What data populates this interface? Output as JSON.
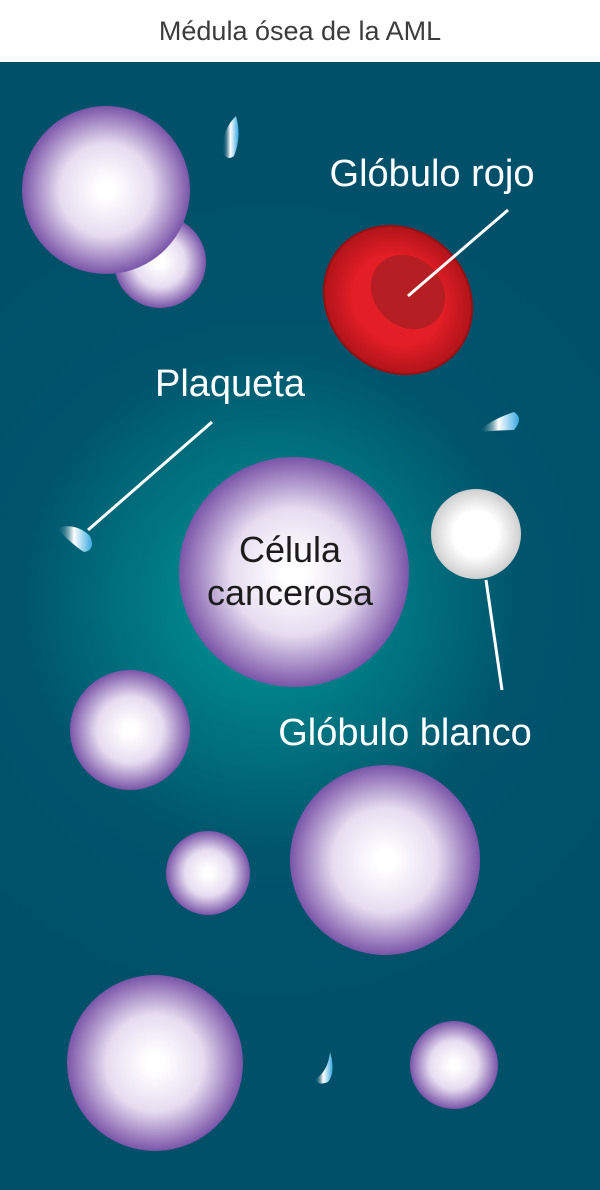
{
  "title": "Médula ósea de la AML",
  "labels": {
    "red_cell": "Glóbulo rojo",
    "platelet": "Plaqueta",
    "cancer_line1": "Célula",
    "cancer_line2": "cancerosa",
    "white_cell": "Glóbulo blanco"
  },
  "colors": {
    "background": "#00506a",
    "glow": "#00a0a0",
    "cell_edge": "#7a55a8",
    "red": "#e41e26"
  }
}
